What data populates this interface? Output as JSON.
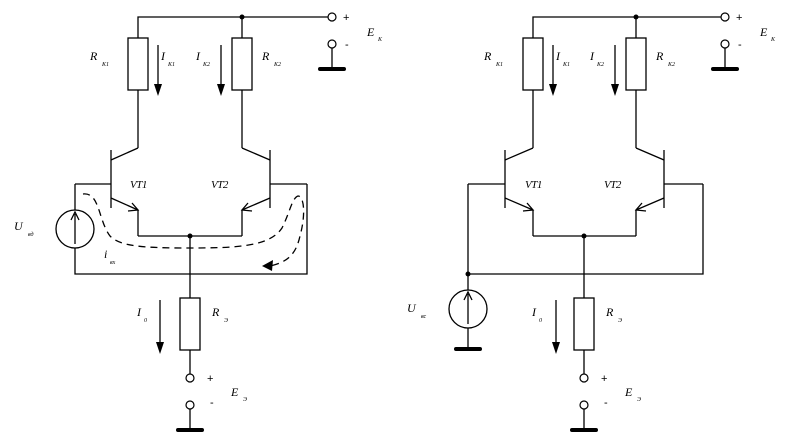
{
  "left": {
    "rk1": {
      "main": "R",
      "sub": "К1"
    },
    "rk2": {
      "main": "R",
      "sub": "К2"
    },
    "ik1": {
      "main": "I",
      "sub": "К1"
    },
    "ik2": {
      "main": "I",
      "sub": "К2"
    },
    "vt1": "VT1",
    "vt2": "VT2",
    "u_in": {
      "main": "U",
      "sub": "вд"
    },
    "i_in": {
      "main": "i",
      "sub": "вх"
    },
    "i0": {
      "main": "I",
      "sub": "0"
    },
    "re": {
      "main": "R",
      "sub": "Э"
    },
    "ek": {
      "main": "E",
      "sub": "К"
    },
    "ee": {
      "main": "E",
      "sub": "Э"
    },
    "plus": "+",
    "minus": "-"
  },
  "right": {
    "rk1": {
      "main": "R",
      "sub": "К1"
    },
    "rk2": {
      "main": "R",
      "sub": "К2"
    },
    "ik1": {
      "main": "I",
      "sub": "К1"
    },
    "ik2": {
      "main": "I",
      "sub": "К2"
    },
    "vt1": "VT1",
    "vt2": "VT2",
    "u_in": {
      "main": "U",
      "sub": "вс"
    },
    "i0": {
      "main": "I",
      "sub": "0"
    },
    "re": {
      "main": "R",
      "sub": "Э"
    },
    "ek": {
      "main": "E",
      "sub": "К"
    },
    "ee": {
      "main": "E",
      "sub": "Э"
    },
    "plus": "+",
    "minus": "-"
  }
}
